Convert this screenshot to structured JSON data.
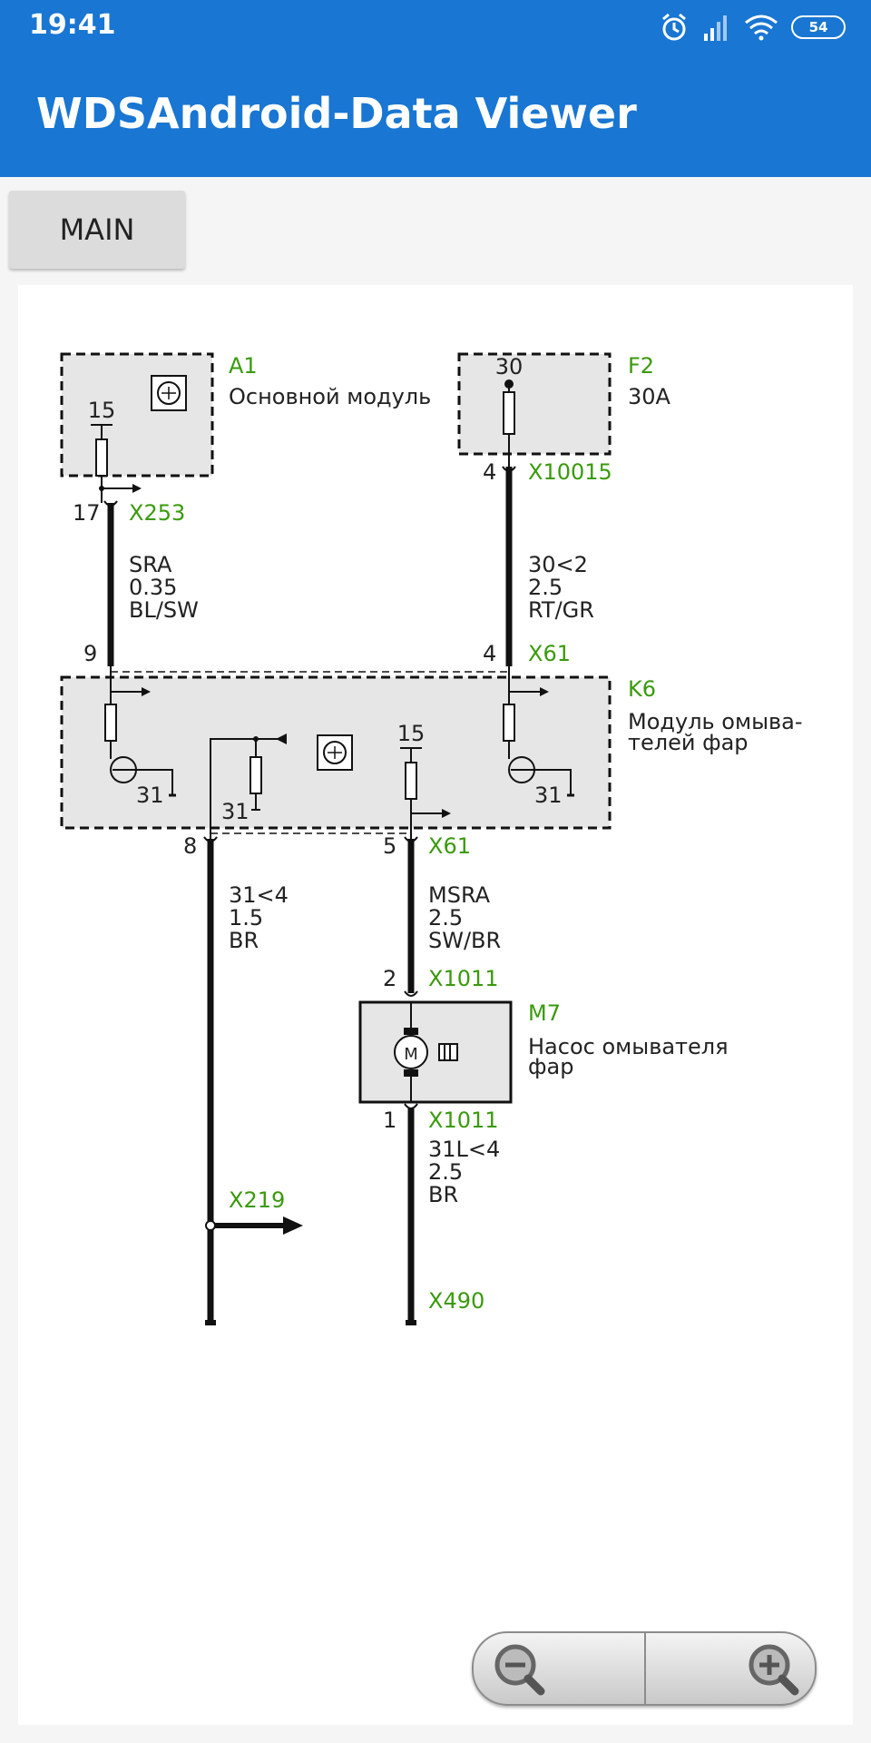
{
  "status": {
    "time": "19:41",
    "battery": "54"
  },
  "app": {
    "title": "WDSAndroid-Data Viewer"
  },
  "toolbar": {
    "main_label": "MAIN"
  },
  "diagram": {
    "a1": {
      "id": "A1",
      "name": "Основной модуль",
      "pin15": "15",
      "pin17": "17",
      "connector": "X253"
    },
    "f2": {
      "id": "F2",
      "rating": "30A",
      "pin30": "30",
      "pin4": "4",
      "connector": "X10015"
    },
    "wire_left": {
      "code": "SRA",
      "gauge": "0.35",
      "color": "BL/SW"
    },
    "wire_right": {
      "code": "30<2",
      "gauge": "2.5",
      "color": "RT/GR"
    },
    "k6": {
      "id": "K6",
      "name_line1": "Модуль омыва-",
      "name_line2": "телей фар",
      "pin9": "9",
      "pin4": "4",
      "connector_top": "X61",
      "pin8": "8",
      "pin5": "5",
      "connector_bottom": "X61",
      "ground_left": "31",
      "ground_mid": "31",
      "ground_right": "31",
      "pin15": "15"
    },
    "wire_ground": {
      "code": "31<4",
      "gauge": "1.5",
      "color": "BR"
    },
    "wire_pump": {
      "code": "MSRA",
      "gauge": "2.5",
      "color": "SW/BR"
    },
    "m7": {
      "id": "M7",
      "name_line1": "Насос омывателя",
      "name_line2": "фар",
      "pin2": "2",
      "pin1": "1",
      "connector_top": "X1011",
      "connector_bottom": "X1011",
      "motor_letter": "M"
    },
    "wire_pump_ground": {
      "code": "31L<4",
      "gauge": "2.5",
      "color": "BR"
    },
    "x219": "X219",
    "x490": "X490"
  }
}
